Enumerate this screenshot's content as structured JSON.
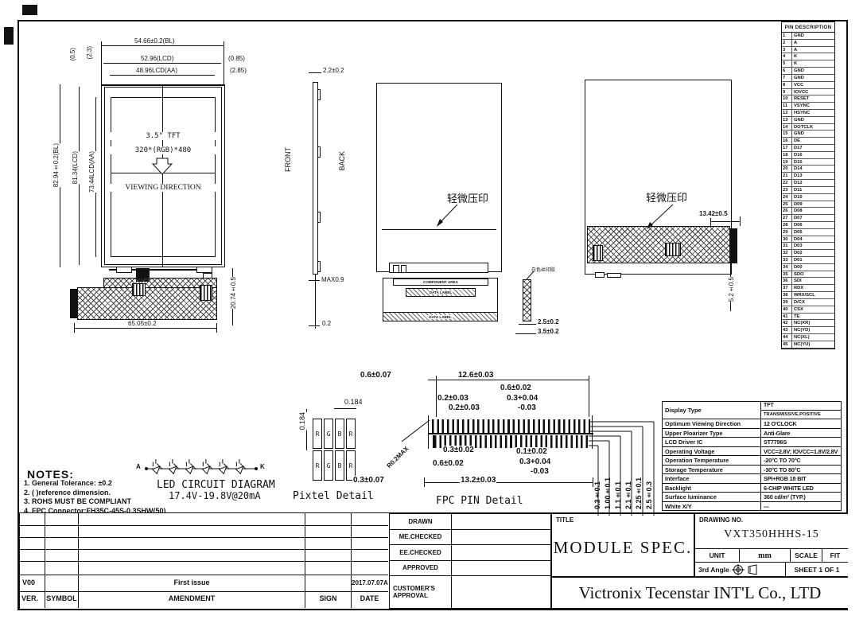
{
  "pin_table": {
    "title": "PIN  DESCRIPTION",
    "pins": [
      [
        "1",
        "GND"
      ],
      [
        "2",
        "A"
      ],
      [
        "3",
        "A"
      ],
      [
        "4",
        "K"
      ],
      [
        "5",
        "K"
      ],
      [
        "6",
        "GND"
      ],
      [
        "7",
        "GND"
      ],
      [
        "8",
        "VCC"
      ],
      [
        "9",
        "IOVCC"
      ],
      [
        "10",
        "RESET"
      ],
      [
        "11",
        "VSYNC"
      ],
      [
        "12",
        "HSYNC"
      ],
      [
        "13",
        "GND"
      ],
      [
        "14",
        "DOTCLK"
      ],
      [
        "15",
        "GND"
      ],
      [
        "16",
        "DE"
      ],
      [
        "17",
        "D17"
      ],
      [
        "18",
        "D16"
      ],
      [
        "19",
        "D15"
      ],
      [
        "20",
        "D14"
      ],
      [
        "21",
        "D13"
      ],
      [
        "22",
        "D12"
      ],
      [
        "23",
        "D11"
      ],
      [
        "24",
        "D10"
      ],
      [
        "25",
        "D09"
      ],
      [
        "26",
        "D08"
      ],
      [
        "27",
        "D07"
      ],
      [
        "28",
        "D06"
      ],
      [
        "29",
        "D05"
      ],
      [
        "30",
        "D04"
      ],
      [
        "31",
        "D03"
      ],
      [
        "32",
        "D02"
      ],
      [
        "33",
        "D01"
      ],
      [
        "34",
        "D00"
      ],
      [
        "35",
        "SDO"
      ],
      [
        "36",
        "SDI"
      ],
      [
        "37",
        "RDX"
      ],
      [
        "38",
        "WRX/SCL"
      ],
      [
        "39",
        "D/CX"
      ],
      [
        "40",
        "CSX"
      ],
      [
        "41",
        "TE"
      ],
      [
        "42",
        "NC(XR)"
      ],
      [
        "43",
        "NC(YD)"
      ],
      [
        "44",
        "NC(XL)"
      ],
      [
        "45",
        "NC(YU)"
      ]
    ]
  },
  "front_view": {
    "dim_bl_w": "54.66±0.2(BL)",
    "dim_lcd_w": "52.96(LCD)",
    "dim_aa_w": "48.96LCD(AA)",
    "dim_r1": "(0.85)",
    "dim_r2": "(2.85)",
    "dim_t1": "(0.5)",
    "dim_t2": "(2.3)",
    "dim_bl_h": "82.94±0.2(BL)",
    "dim_lcd_h": "81.34(LCD)",
    "dim_aa_h": "73.44LCD(AA)",
    "dim_fpc_w": "65.05±0.2",
    "dim_fpc_h": "20.74±0.5",
    "size": "3.5\" TFT",
    "resolution": "320*(RGB)*480",
    "viewing": "VIEWING DIRECTION"
  },
  "side_view": {
    "front_label": "FRONT",
    "back_label": "BACK",
    "dim_top": "2.2±0.2",
    "dim_max": "MAX0.9",
    "dim_bottom": "0.2"
  },
  "back_view": {
    "emboss": "轻微压印",
    "component_area": "COMPONENT AREA",
    "label1": "DATA LABEL",
    "label2": "DATA LABEL",
    "silkscreen": "白色丝印胶",
    "dim1": "2.5±0.2",
    "dim2": "3.5±0.2"
  },
  "back_view2": {
    "emboss": "轻微压印",
    "dim1": "13.42±0.5",
    "dim2": "5.2±0.5"
  },
  "pixel_detail": {
    "dim_v": "0.184",
    "dim_h": "0.184",
    "letters": [
      "R",
      "G",
      "B",
      "R"
    ],
    "caption": "Pixtel Detail"
  },
  "fpc_detail": {
    "caption": "FPC PIN Detail",
    "radius": "R0.2MAX",
    "d_left_top": "0.6±0.07",
    "d_width_top": "12.6±0.03",
    "d1": "0.6±0.02",
    "d2": "0.2±0.03",
    "d3": "0.3+0.04",
    "d4": "0.2±0.03",
    "d5": "-0.03",
    "d6": "0.3±0.02",
    "d7": "0.1±0.02",
    "d8": "0.6±0.02",
    "d9": "0.3+0.04",
    "d10": "-0.03",
    "d_left_bot": "0.3±0.07",
    "d_width_bot": "13.2±0.03",
    "right_dims": [
      "0.3±0.1",
      "1.00±0.1",
      "1.1±0.1",
      "2.1±0.1",
      "2.25±0.1",
      "2.5±0.3"
    ]
  },
  "notes": {
    "title": "NOTES:",
    "items": [
      "1. General Tolerance: ±0.2",
      "2. (  )reference dimension.",
      "3. ROHS  MUST BE COMPLIANT",
      "4. FPC Connector:FH35C-45S-0.3SHW(50)"
    ]
  },
  "led": {
    "a": "A",
    "k": "K",
    "caption1": "LED CIRCUIT DIAGRAM",
    "caption2": "17.4V-19.8V@20mA"
  },
  "spec_table": {
    "row1_label": "Display Type",
    "row1_value1": "TFT",
    "row1_value2": "TRANSMISSIVE,POSITIVE",
    "rows": [
      {
        "label": "Optimum Viewing Direction",
        "value": "12 O'CLOCK"
      },
      {
        "label": "Upper Ploarizer Type",
        "value": "Anti-Glare"
      },
      {
        "label": "LCD Driver IC",
        "value": "ST7796S"
      },
      {
        "label": "Operating Voltage",
        "value": "VCC=2.8V; IOVCC=1.8V/2.8V"
      },
      {
        "label": "Operation Temperature",
        "value": "-20°C TO 70°C"
      },
      {
        "label": "Storage Temperature",
        "value": "-30°C TO 80°C"
      },
      {
        "label": "Interface",
        "value": "SPI+RGB 18 BIT"
      },
      {
        "label": "Backlight",
        "value": "6-CHIP WHITE LED"
      },
      {
        "label": "Surface luminance",
        "value": "360 cd/m² (TYP.)"
      },
      {
        "label": "White X/Y",
        "value": "---"
      }
    ]
  },
  "title_block": {
    "approvals": [
      "DRAWN",
      "ME.CHECKED",
      "EE.CHECKED",
      "APPROVED"
    ],
    "customer": "CUSTOMER'S APPROVAL",
    "title_label": "TITLE",
    "title": "MODULE  SPEC.",
    "drawing_no_label": "DRAWING NO.",
    "drawing_no": "VXT350HHHS-15",
    "unit_label": "UNIT",
    "unit_value": "mm",
    "scale_label": "SCALE",
    "scale_value": "FIT",
    "angle_label": "3rd Angle",
    "sheet_label": "SHEET  1  OF  1",
    "company": "Victronix Tecenstar INT'L Co., LTD"
  },
  "amendment": {
    "ver": "V00",
    "amendment": "First issue",
    "date": "2017.07.07A",
    "headers": [
      "VER.",
      "SYMBOL",
      "AMENDMENT",
      "SIGN",
      "DATE"
    ]
  }
}
